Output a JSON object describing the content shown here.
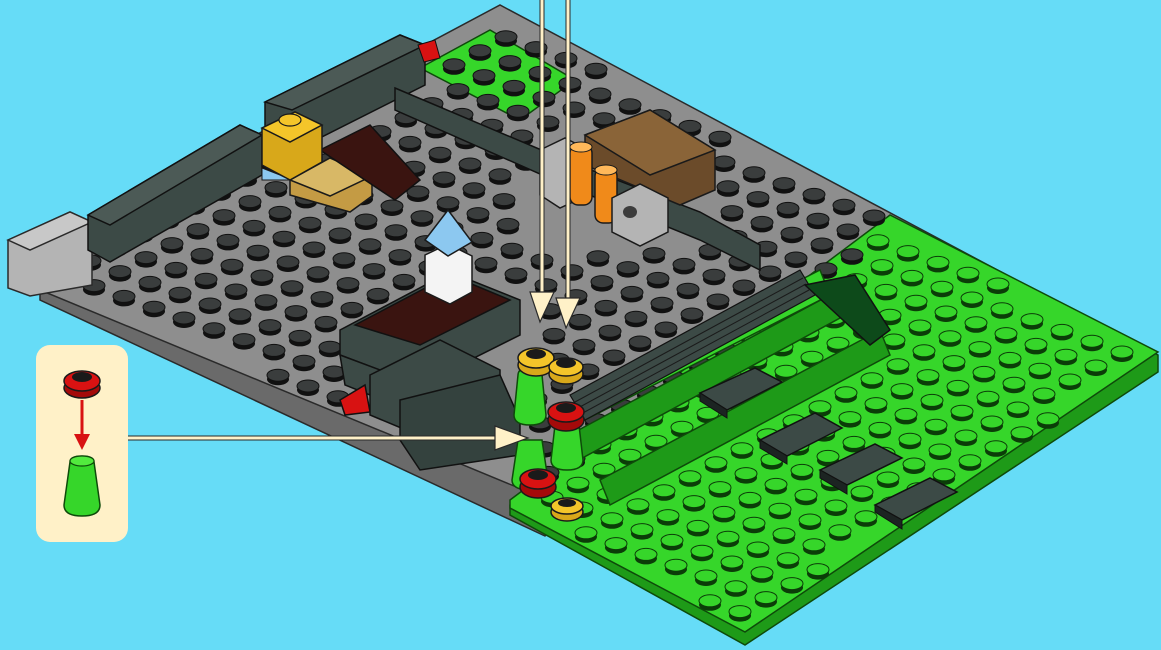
{
  "canvas": {
    "background": "#66dcf7"
  },
  "colors": {
    "plate_gray": "#8e8e8e",
    "plate_gray_dark": "#6a6a6a",
    "plate_gray_light": "#a4a4a4",
    "plate_green": "#36d62a",
    "plate_green_dark": "#1e9a18",
    "plate_green_light": "#52ea3e",
    "dark_gray": "#3c4a46",
    "dark_brown": "#3a1410",
    "tan": "#d8b866",
    "yellow": "#f4c52a",
    "red": "#d81212",
    "trans_orange": "#f08a1a",
    "light_gray": "#b4b4b4",
    "white": "#f4f4f4",
    "sky_blue": "#8cc8f0",
    "dark_green": "#0d4a1a",
    "callout_bg": "#fff1c8",
    "arrow": "#fff1c8"
  },
  "steps": {
    "callout": {
      "from_part": "red-round-plate-1x1",
      "to_part": "green-cone-1x1",
      "arrow_color": "#d81212"
    },
    "parts_added": [
      "yellow-round-plate-1x1",
      "yellow-round-plate-1x1",
      "red-round-plate-1x1",
      "green-cone-1x1"
    ]
  },
  "icons": [
    "callout-box",
    "placement-arrow",
    "stud"
  ]
}
